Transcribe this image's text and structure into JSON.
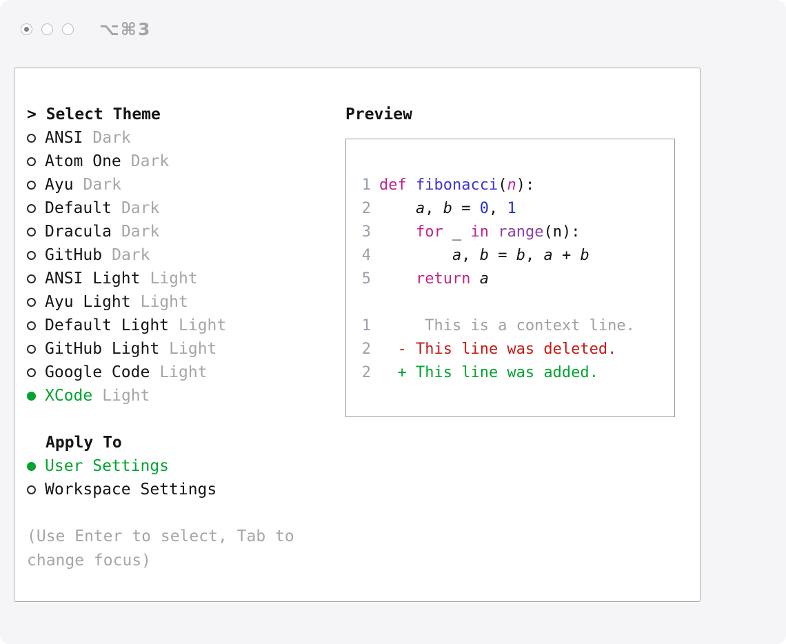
{
  "window": {
    "shortcut": "⌥⌘3"
  },
  "colors": {
    "page_bg": "#f5f5f7",
    "panel_bg": "#ffffff",
    "panel_border": "#a9a9b0",
    "text": "#141414",
    "muted": "#a6a6a6",
    "green": "#00a42e",
    "red": "#c41a16",
    "keyword": "#c0268c",
    "function": "#3e36ce",
    "call": "#8a3fa6",
    "number": "#2434d0",
    "lineno": "#98a0ac",
    "context": "#a0a0a0"
  },
  "theme_section": {
    "title": "> Select Theme",
    "items": [
      {
        "name": "ANSI",
        "variant": "Dark",
        "selected": false
      },
      {
        "name": "Atom One",
        "variant": "Dark",
        "selected": false
      },
      {
        "name": "Ayu",
        "variant": "Dark",
        "selected": false
      },
      {
        "name": "Default",
        "variant": "Dark",
        "selected": false
      },
      {
        "name": "Dracula",
        "variant": "Dark",
        "selected": false
      },
      {
        "name": "GitHub",
        "variant": "Dark",
        "selected": false
      },
      {
        "name": "ANSI Light",
        "variant": "Light",
        "selected": false
      },
      {
        "name": "Ayu Light",
        "variant": "Light",
        "selected": false
      },
      {
        "name": "Default Light",
        "variant": "Light",
        "selected": false
      },
      {
        "name": "GitHub Light",
        "variant": "Light",
        "selected": false
      },
      {
        "name": "Google Code",
        "variant": "Light",
        "selected": false
      },
      {
        "name": "XCode",
        "variant": "Light",
        "selected": true
      }
    ]
  },
  "apply_section": {
    "title": "Apply To",
    "items": [
      {
        "label": "User Settings",
        "selected": true
      },
      {
        "label": "Workspace Settings",
        "selected": false
      }
    ]
  },
  "hint": "(Use Enter to select, Tab to change focus)",
  "preview": {
    "title": "Preview",
    "code_lines": [
      {
        "num": "1",
        "tokens": [
          {
            "t": "def",
            "c": "kw"
          },
          {
            "t": " ",
            "c": "pl"
          },
          {
            "t": "fibonacci",
            "c": "fn"
          },
          {
            "t": "(",
            "c": "pl"
          },
          {
            "t": "n",
            "c": "param"
          },
          {
            "t": "):",
            "c": "pl"
          }
        ]
      },
      {
        "num": "2",
        "tokens": [
          {
            "t": "    ",
            "c": "pl"
          },
          {
            "t": "a",
            "c": "var"
          },
          {
            "t": ", ",
            "c": "pl"
          },
          {
            "t": "b",
            "c": "var"
          },
          {
            "t": " = ",
            "c": "pl"
          },
          {
            "t": "0",
            "c": "num"
          },
          {
            "t": ", ",
            "c": "pl"
          },
          {
            "t": "1",
            "c": "num"
          }
        ]
      },
      {
        "num": "3",
        "tokens": [
          {
            "t": "    ",
            "c": "pl"
          },
          {
            "t": "for",
            "c": "kw"
          },
          {
            "t": " _ ",
            "c": "pl"
          },
          {
            "t": "in",
            "c": "kw"
          },
          {
            "t": " ",
            "c": "pl"
          },
          {
            "t": "range",
            "c": "call"
          },
          {
            "t": "(n):",
            "c": "pl"
          }
        ]
      },
      {
        "num": "4",
        "tokens": [
          {
            "t": "        ",
            "c": "pl"
          },
          {
            "t": "a",
            "c": "var"
          },
          {
            "t": ", ",
            "c": "pl"
          },
          {
            "t": "b",
            "c": "var"
          },
          {
            "t": " = ",
            "c": "pl"
          },
          {
            "t": "b",
            "c": "var"
          },
          {
            "t": ", ",
            "c": "pl"
          },
          {
            "t": "a",
            "c": "var"
          },
          {
            "t": " + ",
            "c": "pl"
          },
          {
            "t": "b",
            "c": "var"
          }
        ]
      },
      {
        "num": "5",
        "tokens": [
          {
            "t": "    ",
            "c": "pl"
          },
          {
            "t": "return",
            "c": "kw"
          },
          {
            "t": " ",
            "c": "pl"
          },
          {
            "t": "a",
            "c": "var"
          }
        ]
      }
    ],
    "diff_lines": [
      {
        "num": "1",
        "text": "     This is a context line.",
        "kind": "context"
      },
      {
        "num": "2",
        "text": "  - This line was deleted.",
        "kind": "deleted"
      },
      {
        "num": "2",
        "text": "  + This line was added.",
        "kind": "added"
      }
    ]
  }
}
